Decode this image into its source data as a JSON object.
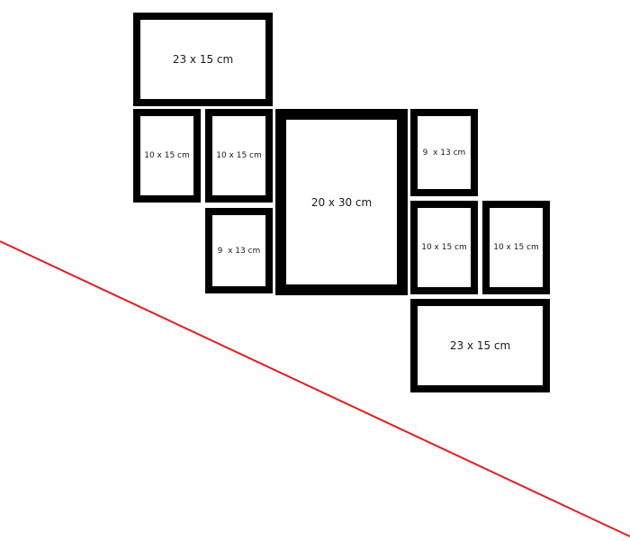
{
  "colors": {
    "frame": "#000000",
    "guide_line": "#e02020",
    "background": "#ffffff"
  },
  "frames": [
    {
      "label": "23 x 15 cm"
    },
    {
      "label": "10 x 15 cm"
    },
    {
      "label": "10 x 15 cm"
    },
    {
      "label": "9  x 13 cm"
    },
    {
      "label": "20 x 30 cm"
    },
    {
      "label": "9  x 13 cm"
    },
    {
      "label": "10 x 15 cm"
    },
    {
      "label": "10 x 15 cm"
    },
    {
      "label": "23 x 15 cm"
    }
  ]
}
